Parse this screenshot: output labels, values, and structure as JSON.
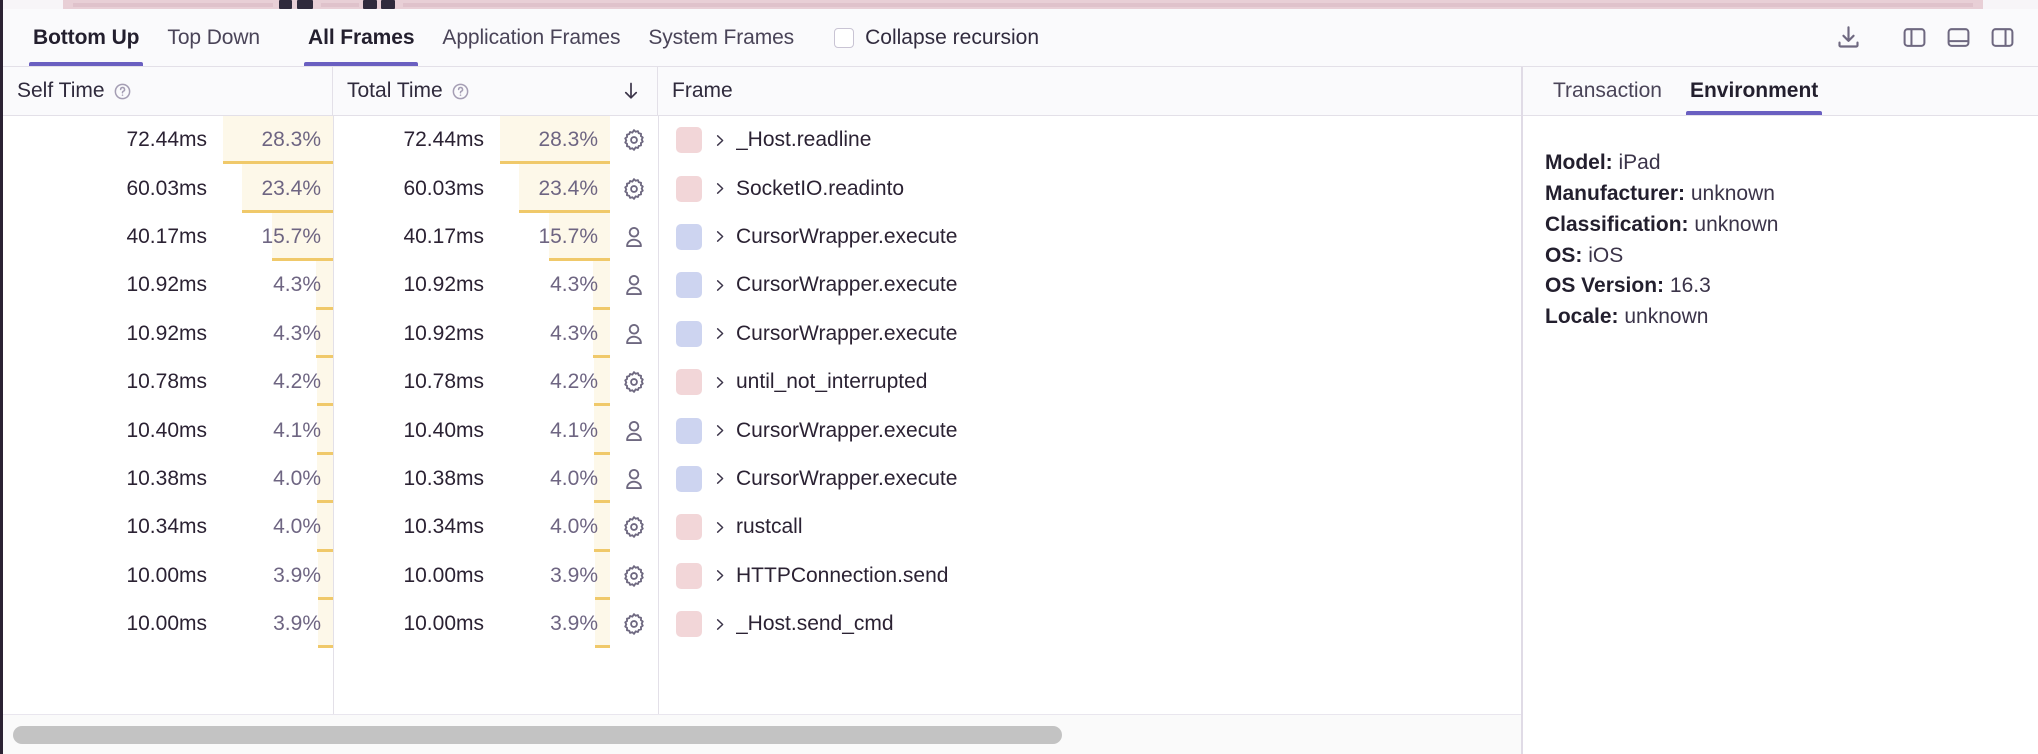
{
  "toolbar": {
    "view_tabs": [
      {
        "label": "Bottom Up",
        "active": true
      },
      {
        "label": "Top Down",
        "active": false
      }
    ],
    "frame_tabs": [
      {
        "label": "All Frames",
        "active": true
      },
      {
        "label": "Application Frames",
        "active": false
      },
      {
        "label": "System Frames",
        "active": false
      }
    ],
    "collapse_recursion": {
      "label": "Collapse recursion",
      "checked": false
    },
    "icons": [
      {
        "name": "download-icon"
      },
      {
        "name": "layout-left-panel-icon"
      },
      {
        "name": "layout-bottom-panel-icon"
      },
      {
        "name": "layout-right-panel-icon"
      }
    ]
  },
  "table": {
    "columns": [
      {
        "key": "self_time",
        "label": "Self Time",
        "has_help": true,
        "sorted": false
      },
      {
        "key": "total_time",
        "label": "Total Time",
        "has_help": true,
        "sorted": true,
        "sort_direction": "desc",
        "sort_glyph": "↓"
      },
      {
        "key": "frame",
        "label": "Frame",
        "has_help": false,
        "sorted": false
      }
    ],
    "rows": [
      {
        "self_time": "72.44ms",
        "self_pct": "28.3%",
        "self_pct_value": 28.3,
        "total_time": "72.44ms",
        "total_pct": "28.3%",
        "total_pct_value": 28.3,
        "kind": "system",
        "kind_icon": "gear-icon",
        "swatch_color": "#f2d6d8",
        "frame": "_Host.readline"
      },
      {
        "self_time": "60.03ms",
        "self_pct": "23.4%",
        "self_pct_value": 23.4,
        "total_time": "60.03ms",
        "total_pct": "23.4%",
        "total_pct_value": 23.4,
        "kind": "system",
        "kind_icon": "gear-icon",
        "swatch_color": "#f2d6d8",
        "frame": "SocketIO.readinto"
      },
      {
        "self_time": "40.17ms",
        "self_pct": "15.7%",
        "self_pct_value": 15.7,
        "total_time": "40.17ms",
        "total_pct": "15.7%",
        "total_pct_value": 15.7,
        "kind": "application",
        "kind_icon": "person-icon",
        "swatch_color": "#cdd4f0",
        "frame": "CursorWrapper.execute"
      },
      {
        "self_time": "10.92ms",
        "self_pct": "4.3%",
        "self_pct_value": 4.3,
        "total_time": "10.92ms",
        "total_pct": "4.3%",
        "total_pct_value": 4.3,
        "kind": "application",
        "kind_icon": "person-icon",
        "swatch_color": "#cdd4f0",
        "frame": "CursorWrapper.execute"
      },
      {
        "self_time": "10.92ms",
        "self_pct": "4.3%",
        "self_pct_value": 4.3,
        "total_time": "10.92ms",
        "total_pct": "4.3%",
        "total_pct_value": 4.3,
        "kind": "application",
        "kind_icon": "person-icon",
        "swatch_color": "#cdd4f0",
        "frame": "CursorWrapper.execute"
      },
      {
        "self_time": "10.78ms",
        "self_pct": "4.2%",
        "self_pct_value": 4.2,
        "total_time": "10.78ms",
        "total_pct": "4.2%",
        "total_pct_value": 4.2,
        "kind": "system",
        "kind_icon": "gear-icon",
        "swatch_color": "#f2d6d8",
        "frame": "until_not_interrupted"
      },
      {
        "self_time": "10.40ms",
        "self_pct": "4.1%",
        "self_pct_value": 4.1,
        "total_time": "10.40ms",
        "total_pct": "4.1%",
        "total_pct_value": 4.1,
        "kind": "application",
        "kind_icon": "person-icon",
        "swatch_color": "#cdd4f0",
        "frame": "CursorWrapper.execute"
      },
      {
        "self_time": "10.38ms",
        "self_pct": "4.0%",
        "self_pct_value": 4.0,
        "total_time": "10.38ms",
        "total_pct": "4.0%",
        "total_pct_value": 4.0,
        "kind": "application",
        "kind_icon": "person-icon",
        "swatch_color": "#cdd4f0",
        "frame": "CursorWrapper.execute"
      },
      {
        "self_time": "10.34ms",
        "self_pct": "4.0%",
        "self_pct_value": 4.0,
        "total_time": "10.34ms",
        "total_pct": "4.0%",
        "total_pct_value": 4.0,
        "kind": "system",
        "kind_icon": "gear-icon",
        "swatch_color": "#f2d6d8",
        "frame": "rustcall"
      },
      {
        "self_time": "10.00ms",
        "self_pct": "3.9%",
        "self_pct_value": 3.9,
        "total_time": "10.00ms",
        "total_pct": "3.9%",
        "total_pct_value": 3.9,
        "kind": "system",
        "kind_icon": "gear-icon",
        "swatch_color": "#f2d6d8",
        "frame": "HTTPConnection.send"
      },
      {
        "self_time": "10.00ms",
        "self_pct": "3.9%",
        "self_pct_value": 3.9,
        "total_time": "10.00ms",
        "total_pct": "3.9%",
        "total_pct_value": 3.9,
        "kind": "system",
        "kind_icon": "gear-icon",
        "swatch_color": "#f2d6d8",
        "frame": "_Host.send_cmd"
      }
    ],
    "expand_caret_glyph": "›"
  },
  "details": {
    "tabs": [
      {
        "label": "Transaction",
        "active": false
      },
      {
        "label": "Environment",
        "active": true
      }
    ],
    "environment": [
      {
        "key": "Model:",
        "value": "iPad"
      },
      {
        "key": "Manufacturer:",
        "value": "unknown"
      },
      {
        "key": "Classification:",
        "value": "unknown"
      },
      {
        "key": "OS:",
        "value": "iOS"
      },
      {
        "key": "OS Version:",
        "value": "16.3"
      },
      {
        "key": "Locale:",
        "value": "unknown"
      }
    ]
  },
  "colors": {
    "accent_purple": "#6a5fc1",
    "pct_bar_fill": "#fdf8e9",
    "pct_bar_border": "#f0c96a",
    "system_swatch": "#f2d6d8",
    "application_swatch": "#cdd4f0",
    "flamegraph_strip": "#e8cfd6"
  },
  "scrollbar": {
    "orientation": "horizontal",
    "thumb_fraction": 0.7
  }
}
